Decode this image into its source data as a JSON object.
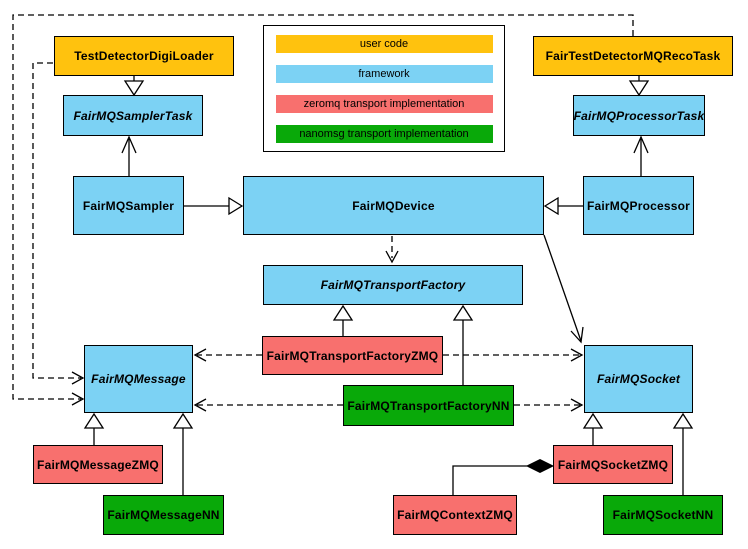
{
  "diagram": {
    "legend": {
      "items": [
        {
          "label": "user code",
          "color": "#FFC20E",
          "layer": "user"
        },
        {
          "label": "framework",
          "color": "#7CD2F4",
          "layer": "framework"
        },
        {
          "label": "zeromq transport implementation",
          "color": "#F8706E",
          "layer": "zeromq"
        },
        {
          "label": "nanomsg transport implementation",
          "color": "#09A909",
          "layer": "nanomsg"
        }
      ]
    },
    "colors": {
      "user_code": "#FFC20E",
      "framework": "#7CD2F4",
      "zeromq": "#F8706E",
      "nanomsg": "#09A909",
      "border": "#000000",
      "background": "#FFFFFF"
    },
    "nodes": {
      "testDetectorDigiLoader": {
        "label": "TestDetectorDigiLoader",
        "layer": "user",
        "abstract": false
      },
      "fairTestDetectorMQRecoTask": {
        "label": "FairTestDetectorMQRecoTask",
        "layer": "user",
        "abstract": false
      },
      "fairMQSamplerTask": {
        "label": "FairMQSamplerTask",
        "layer": "framework",
        "abstract": true
      },
      "fairMQProcessorTask": {
        "label": "FairMQProcessorTask",
        "layer": "framework",
        "abstract": true
      },
      "fairMQSampler": {
        "label": "FairMQSampler",
        "layer": "framework",
        "abstract": false
      },
      "fairMQDevice": {
        "label": "FairMQDevice",
        "layer": "framework",
        "abstract": false
      },
      "fairMQProcessor": {
        "label": "FairMQProcessor",
        "layer": "framework",
        "abstract": false
      },
      "fairMQTransportFactory": {
        "label": "FairMQTransportFactory",
        "layer": "framework",
        "abstract": true
      },
      "fairMQTransportFactoryZMQ": {
        "label": "FairMQTransportFactoryZMQ",
        "layer": "zeromq",
        "abstract": false
      },
      "fairMQTransportFactoryNN": {
        "label": "FairMQTransportFactoryNN",
        "layer": "nanomsg",
        "abstract": false
      },
      "fairMQMessage": {
        "label": "FairMQMessage",
        "layer": "framework",
        "abstract": true
      },
      "fairMQSocket": {
        "label": "FairMQSocket",
        "layer": "framework",
        "abstract": true
      },
      "fairMQMessageZMQ": {
        "label": "FairMQMessageZMQ",
        "layer": "zeromq",
        "abstract": false
      },
      "fairMQMessageNN": {
        "label": "FairMQMessageNN",
        "layer": "nanomsg",
        "abstract": false
      },
      "fairMQContextZMQ": {
        "label": "FairMQContextZMQ",
        "layer": "zeromq",
        "abstract": false
      },
      "fairMQSocketZMQ": {
        "label": "FairMQSocketZMQ",
        "layer": "zeromq",
        "abstract": false
      },
      "fairMQSocketNN": {
        "label": "FairMQSocketNN",
        "layer": "nanomsg",
        "abstract": false
      }
    },
    "edges": [
      {
        "from": "TestDetectorDigiLoader",
        "to": "FairMQSamplerTask",
        "type": "inheritance",
        "line": "solid"
      },
      {
        "from": "FairTestDetectorMQRecoTask",
        "to": "FairMQProcessorTask",
        "type": "inheritance",
        "line": "solid"
      },
      {
        "from": "FairMQSampler",
        "to": "FairMQSamplerTask",
        "type": "association",
        "line": "solid"
      },
      {
        "from": "FairMQProcessor",
        "to": "FairMQProcessorTask",
        "type": "association",
        "line": "solid"
      },
      {
        "from": "FairMQSampler",
        "to": "FairMQDevice",
        "type": "inheritance",
        "line": "solid"
      },
      {
        "from": "FairMQProcessor",
        "to": "FairMQDevice",
        "type": "inheritance",
        "line": "solid"
      },
      {
        "from": "FairMQDevice",
        "to": "FairMQTransportFactory",
        "type": "dependency",
        "line": "dashed"
      },
      {
        "from": "FairMQDevice",
        "to": "FairMQSocket",
        "type": "association",
        "line": "solid"
      },
      {
        "from": "TestDetectorDigiLoader",
        "to": "FairMQMessage",
        "type": "dependency",
        "line": "dashed"
      },
      {
        "from": "FairTestDetectorMQRecoTask",
        "to": "FairMQMessage",
        "type": "dependency",
        "line": "dashed"
      },
      {
        "from": "FairMQTransportFactoryZMQ",
        "to": "FairMQTransportFactory",
        "type": "inheritance",
        "line": "solid"
      },
      {
        "from": "FairMQTransportFactoryNN",
        "to": "FairMQTransportFactory",
        "type": "inheritance",
        "line": "solid"
      },
      {
        "from": "FairMQTransportFactoryZMQ",
        "to": "FairMQMessage",
        "type": "dependency",
        "line": "dashed"
      },
      {
        "from": "FairMQTransportFactoryZMQ",
        "to": "FairMQSocket",
        "type": "dependency",
        "line": "dashed"
      },
      {
        "from": "FairMQTransportFactoryNN",
        "to": "FairMQMessage",
        "type": "dependency",
        "line": "dashed"
      },
      {
        "from": "FairMQTransportFactoryNN",
        "to": "FairMQSocket",
        "type": "dependency",
        "line": "dashed"
      },
      {
        "from": "FairMQMessageZMQ",
        "to": "FairMQMessage",
        "type": "inheritance",
        "line": "solid"
      },
      {
        "from": "FairMQMessageNN",
        "to": "FairMQMessage",
        "type": "inheritance",
        "line": "solid"
      },
      {
        "from": "FairMQSocketZMQ",
        "to": "FairMQSocket",
        "type": "inheritance",
        "line": "solid"
      },
      {
        "from": "FairMQSocketNN",
        "to": "FairMQSocket",
        "type": "inheritance",
        "line": "solid"
      },
      {
        "from": "FairMQContextZMQ",
        "to": "FairMQSocketZMQ",
        "type": "composition",
        "line": "solid"
      }
    ]
  }
}
